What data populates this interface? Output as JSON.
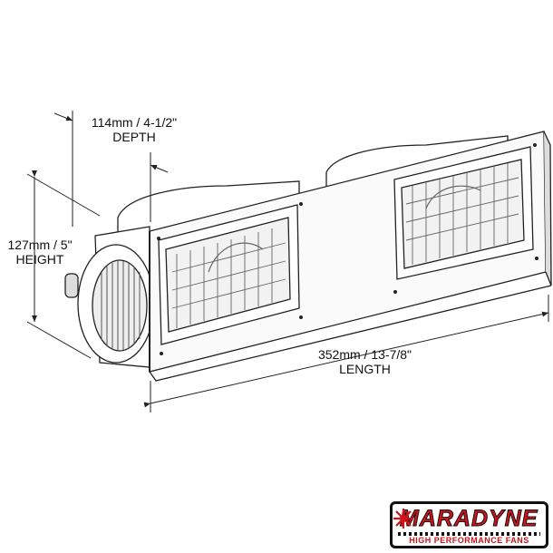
{
  "dimensions": {
    "depth": {
      "value": "114mm / 4-1/2\"",
      "name": "DEPTH"
    },
    "height": {
      "value": "127mm / 5\"",
      "name": "HEIGHT"
    },
    "length": {
      "value": "352mm / 13-7/8\"",
      "name": "LENGTH"
    }
  },
  "logo": {
    "brand": "MARADYNE",
    "tagline": "HIGH PERFORMANCE FANS",
    "color": "#d0121b"
  }
}
